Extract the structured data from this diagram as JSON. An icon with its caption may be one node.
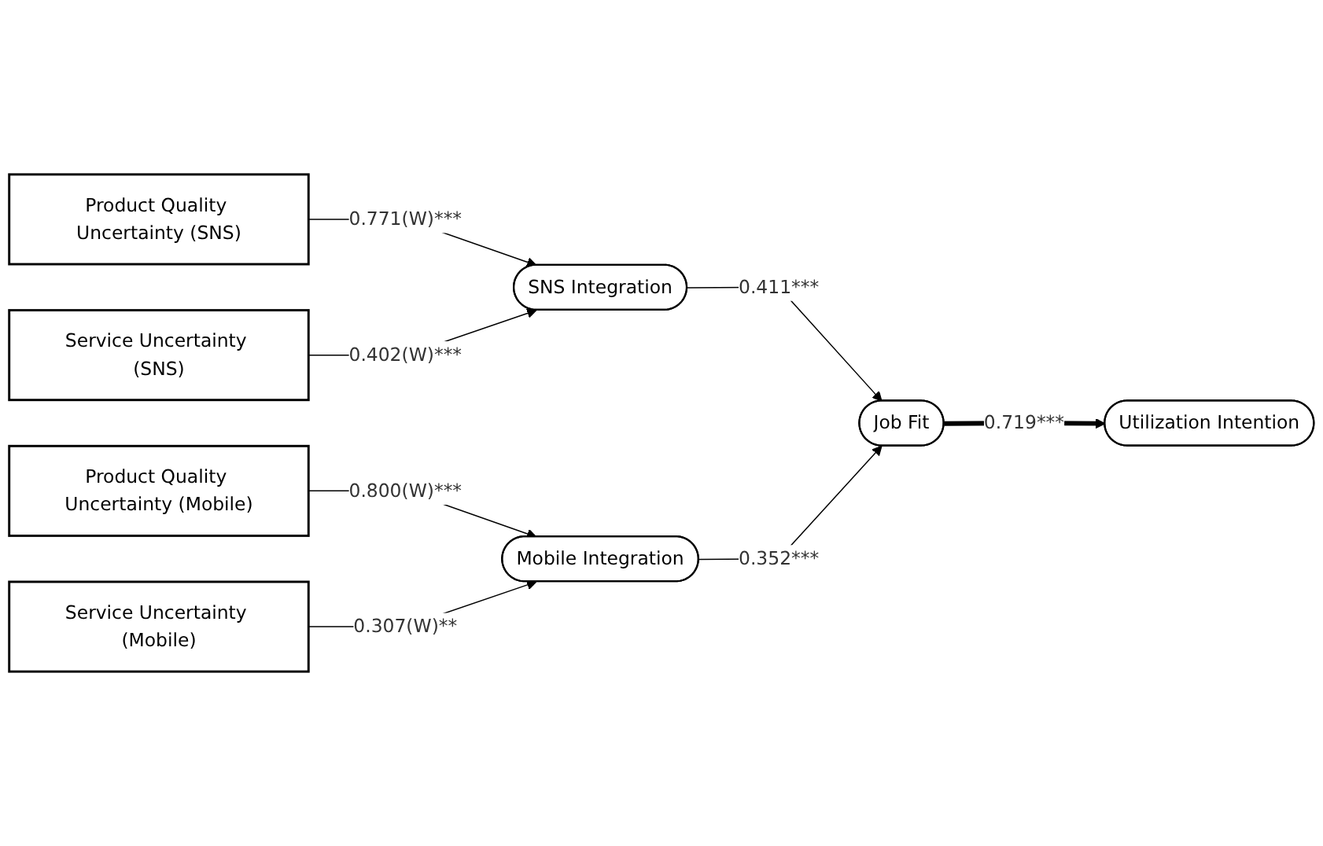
{
  "diagram": {
    "nodes": [
      {
        "text": [
          "Product Quality Uncertainty (SNS)"
        ]
      },
      {
        "text": [
          "Service Uncertainty (SNS)"
        ]
      },
      {
        "text": [
          "SNS Integration"
        ]
      },
      {
        "text": [
          "Job Fit"
        ]
      },
      {
        "text": [
          "Utilization Intention"
        ]
      },
      {
        "text": [
          "Product Quality Uncertainty (Mobile)"
        ]
      },
      {
        "text": [
          "Service Uncertainty (Mobile)"
        ]
      },
      {
        "text": [
          "Mobile Integration"
        ]
      }
    ],
    "edges": [
      {
        "from": 0,
        "to": 2,
        "arrow": "to",
        "label": "0.771(W)***"
      },
      {
        "from": 1,
        "to": 2,
        "arrow": "to",
        "label": "0.402(W)***"
      },
      {
        "from": 2,
        "to": 3,
        "arrow": "to",
        "label": "0.411***"
      },
      {
        "from": 7,
        "to": 3,
        "arrow": "to",
        "label": "0.352***"
      },
      {
        "from": 3,
        "to": 4,
        "arrow": "to",
        "label": "0.719***",
        "style": "thick"
      },
      {
        "from": 5,
        "to": 7,
        "arrow": "to",
        "label": "0.800(W)***"
      },
      {
        "from": 6,
        "to": 7,
        "arrow": "to",
        "label": "0.307(W)**"
      }
    ]
  }
}
